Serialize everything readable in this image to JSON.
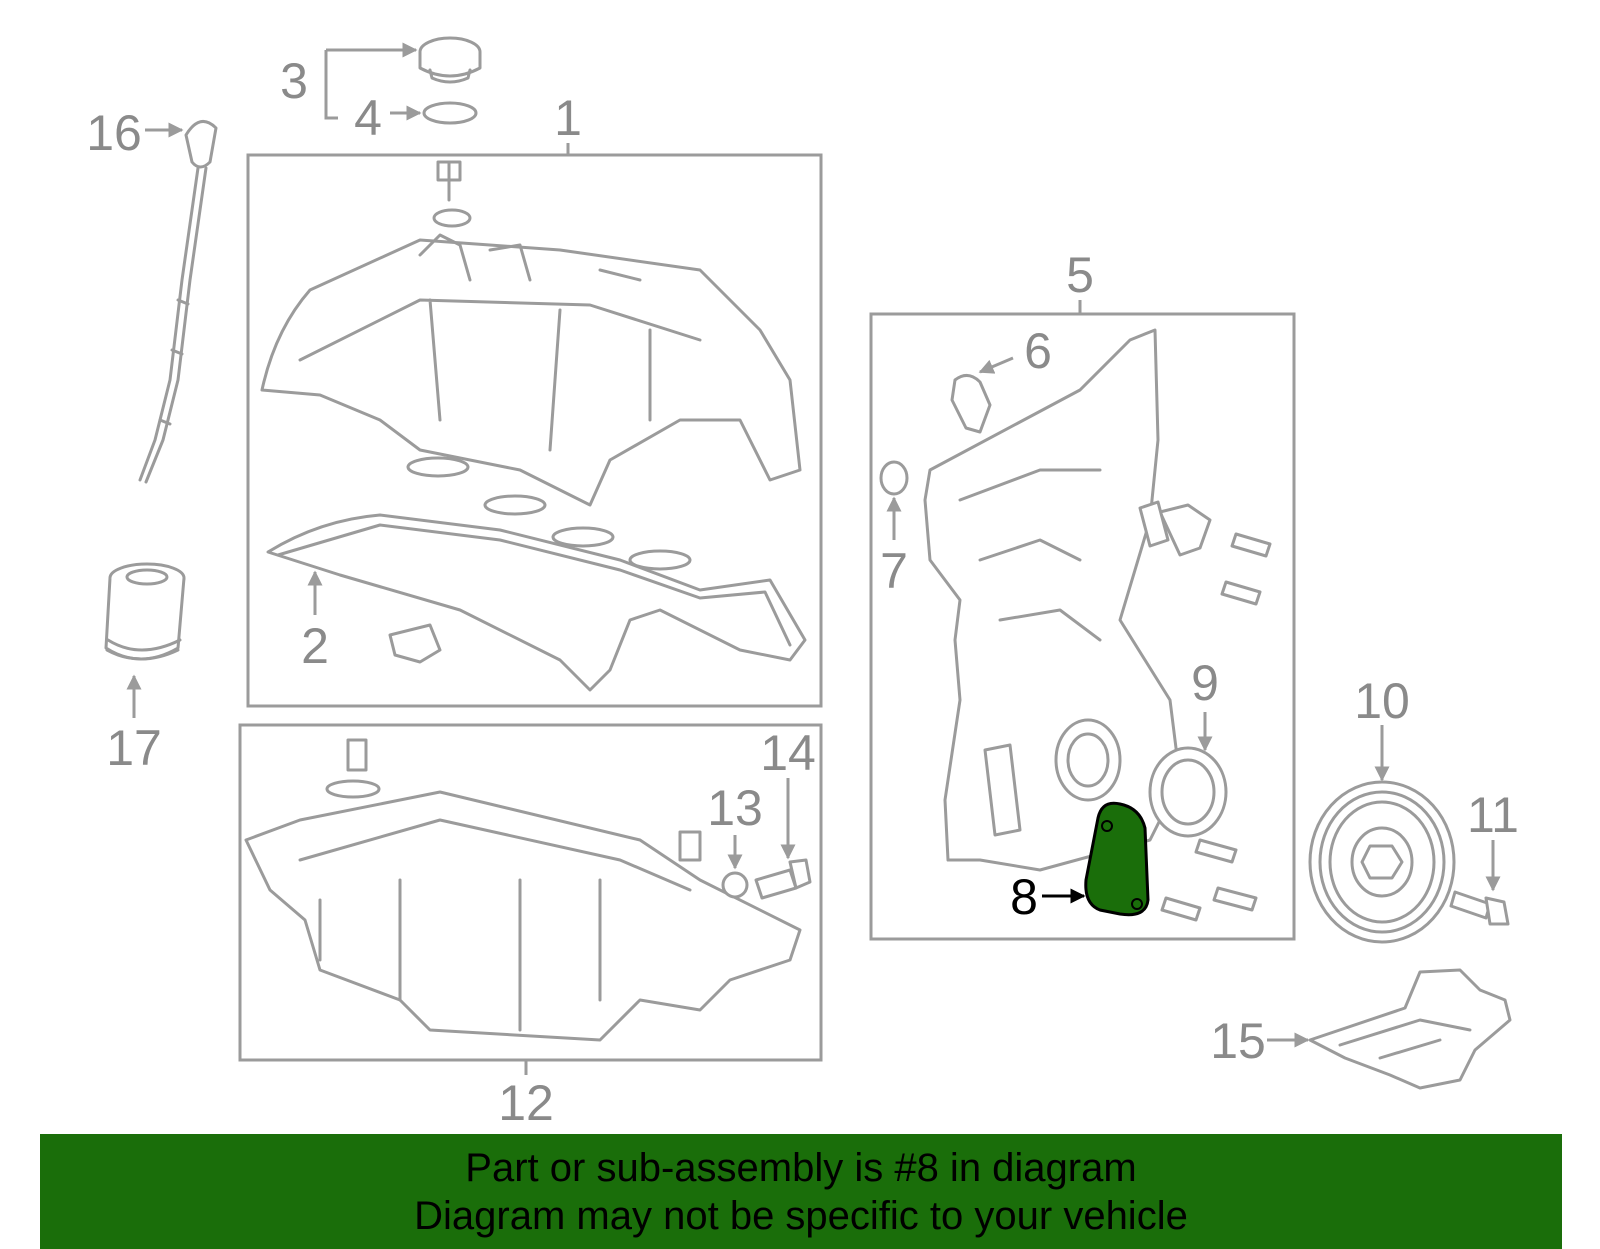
{
  "labels": {
    "p1": "1",
    "p2": "2",
    "p3": "3",
    "p4": "4",
    "p5": "5",
    "p6": "6",
    "p7": "7",
    "p8": "8",
    "p9": "9",
    "p10": "10",
    "p11": "11",
    "p12": "12",
    "p13": "13",
    "p14": "14",
    "p15": "15",
    "p16": "16",
    "p17": "17"
  },
  "highlighted_part": "8",
  "colors": {
    "highlight_fill": "#1a6e0a",
    "banner_background": "#1a6e0a",
    "line_gray": "#9b9b9b"
  },
  "banner": {
    "line1": "Part or sub-assembly is #8 in diagram",
    "line2": "Diagram may not be specific to your vehicle"
  }
}
